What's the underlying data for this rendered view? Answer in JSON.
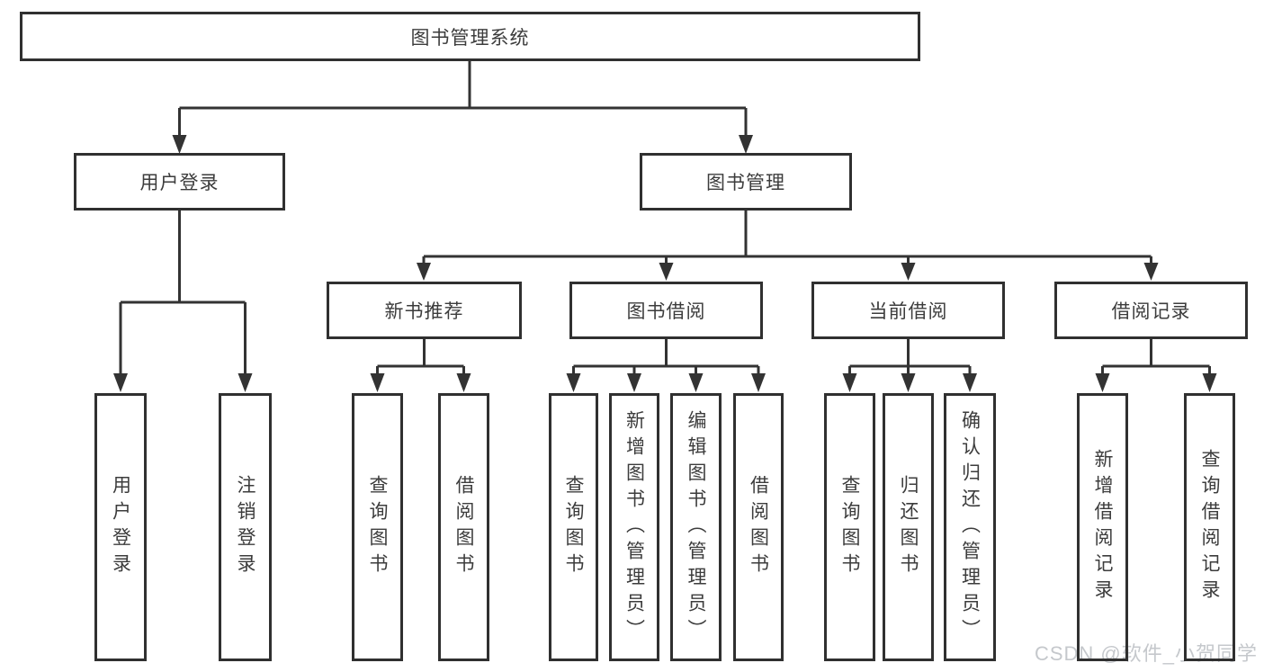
{
  "tree": {
    "root": "图书管理系统",
    "level1": [
      {
        "label": "用户登录",
        "leaves": [
          "用户登录",
          "注销登录"
        ]
      },
      {
        "label": "图书管理",
        "groups": [
          {
            "label": "新书推荐",
            "leaves": [
              "查询图书",
              "借阅图书"
            ]
          },
          {
            "label": "图书借阅",
            "leaves": [
              "查询图书",
              "新增图书（管理员）",
              "编辑图书（管理员）",
              "借阅图书"
            ]
          },
          {
            "label": "当前借阅",
            "leaves": [
              "查询图书",
              "归还图书",
              "确认归还（管理员）"
            ]
          },
          {
            "label": "借阅记录",
            "leaves": [
              "新增借阅记录",
              "查询借阅记录"
            ]
          }
        ]
      }
    ]
  },
  "watermark": "CSDN @软件_小贺同学",
  "colors": {
    "line": "#333333",
    "box_border": "#303030",
    "text": "#3c3c3c",
    "watermark": "#c5c8cc",
    "background": "#ffffff"
  }
}
